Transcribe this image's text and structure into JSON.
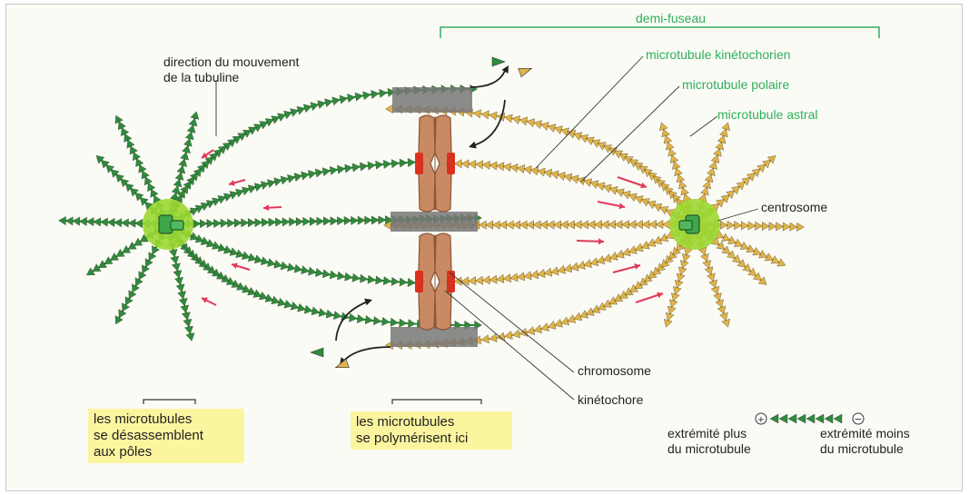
{
  "labels": {
    "direction_line1": "direction du mouvement",
    "direction_line2": "de la tubuline",
    "demi_fuseau": "demi-fuseau",
    "kinetochorien": "microtubule kinétochorien",
    "polaire": "microtubule polaire",
    "astral": "microtubule astral",
    "centrosome": "centrosome",
    "chromosome": "chromosome",
    "kinetochore": "kinétochore"
  },
  "boxes": {
    "left": [
      "les microtubules",
      "se désassemblent",
      "aux pôles"
    ],
    "middle": [
      "les microtubules",
      "se polymérisent ici"
    ]
  },
  "legend": {
    "plus_symbol": "+",
    "minus_symbol": "−",
    "plus_line1": "extrémité plus",
    "plus_line2": "du microtubule",
    "minus_line1": "extrémité moins",
    "minus_line2": "du microtubule"
  },
  "colors": {
    "green_microtubule": "#2e8b3e",
    "yellow_microtubule": "#e0b34a",
    "centrosome_halo": "#9bd832",
    "chromosome": "#c98a63",
    "kinetochore": "#d8321e",
    "label_green": "#2fae5a",
    "note_box": "#fcf5a0",
    "arrow_red": "#e03a5a"
  }
}
